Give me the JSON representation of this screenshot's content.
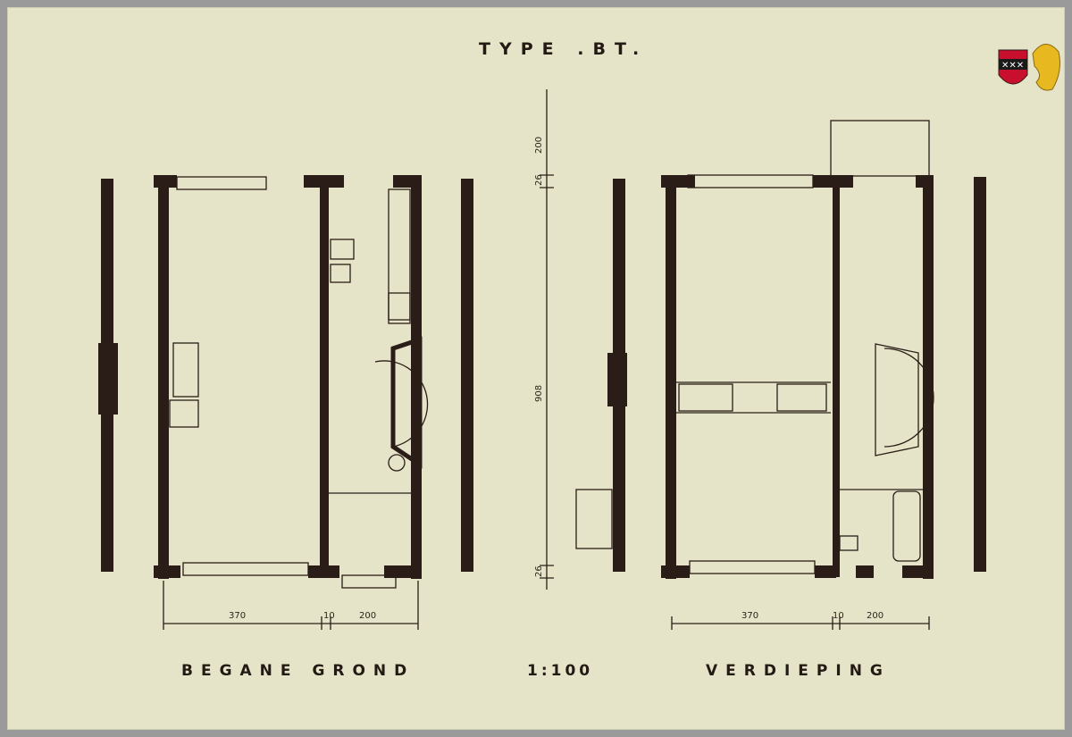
{
  "title": "TYPE .BT.",
  "scale": "1:100",
  "ground_floor": {
    "label": "BEGANE GROND",
    "dim_left": "370",
    "dim_wall": "10",
    "dim_right": "200"
  },
  "upper_floor": {
    "label": "VERDIEPING",
    "dim_left": "370",
    "dim_wall": "10",
    "dim_right": "200"
  },
  "vertical_dims": {
    "top": "200",
    "wall_top": "26",
    "depth": "908",
    "wall_bottom": "26"
  },
  "emblem": {
    "name": "coat of arms with lion",
    "colors": {
      "shield": "#c8102e",
      "lion": "#e8b820",
      "cross": "#ffffff"
    }
  },
  "colors": {
    "paper": "#e6e4c8",
    "ink": "#241a14",
    "frame": "#9a9a9a"
  }
}
